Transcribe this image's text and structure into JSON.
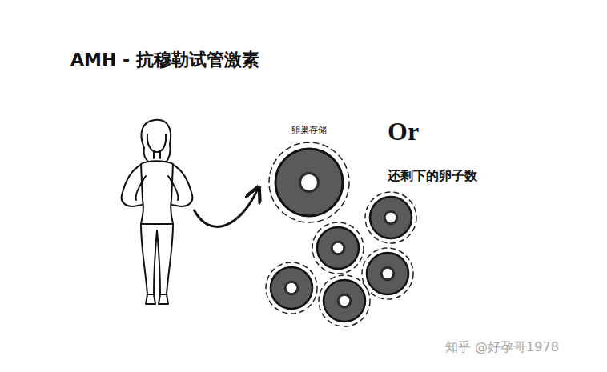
{
  "diagram": {
    "title": "AMH - 抗穆勒试管激素",
    "nodes": [
      {
        "text": [
          "卵巢存储"
        ]
      }
    ],
    "labels": [
      "Or",
      "还剩下的卵子数",
      "知乎 @好孕哥1978"
    ]
  }
}
